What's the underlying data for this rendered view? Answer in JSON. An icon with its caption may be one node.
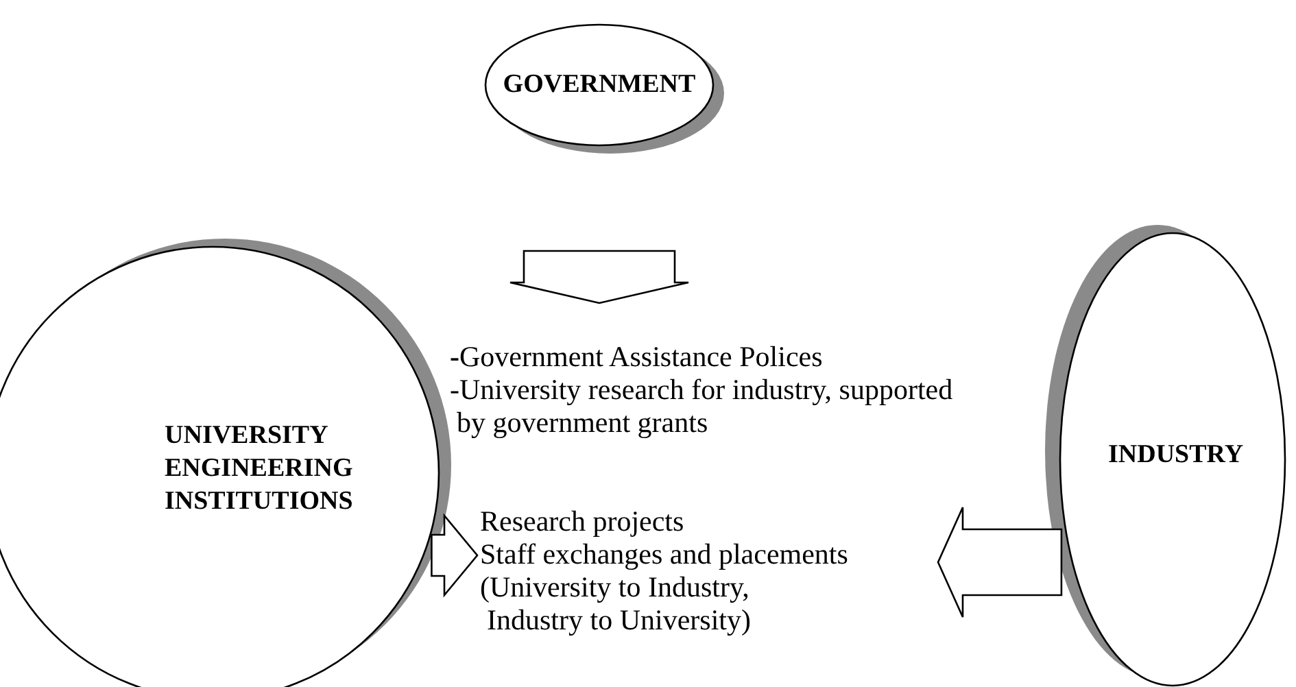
{
  "diagram": {
    "nodes": [
      {
        "text": [
          "GOVERNMENT"
        ]
      },
      {
        "text": [
          "**-**Government Assistance Polices",
          "-University research for industry, supported by government grants"
        ]
      },
      {
        "text": [
          "UNIVERSITY ENGINEERING INSTITUTIONS"
        ]
      },
      {
        "text": [
          "INDUSTRY"
        ]
      },
      {
        "text": [
          "Research projects",
          "Staff exchanges and placements",
          "(University to Industry, Industry to University)"
        ]
      }
    ],
    "edges": [
      {
        "from": 0,
        "to": 1,
        "arrow": "to"
      },
      {
        "from": 2,
        "to": 4,
        "arrow": "to"
      },
      {
        "from": 3,
        "to": 4,
        "arrow": "to"
      }
    ]
  }
}
